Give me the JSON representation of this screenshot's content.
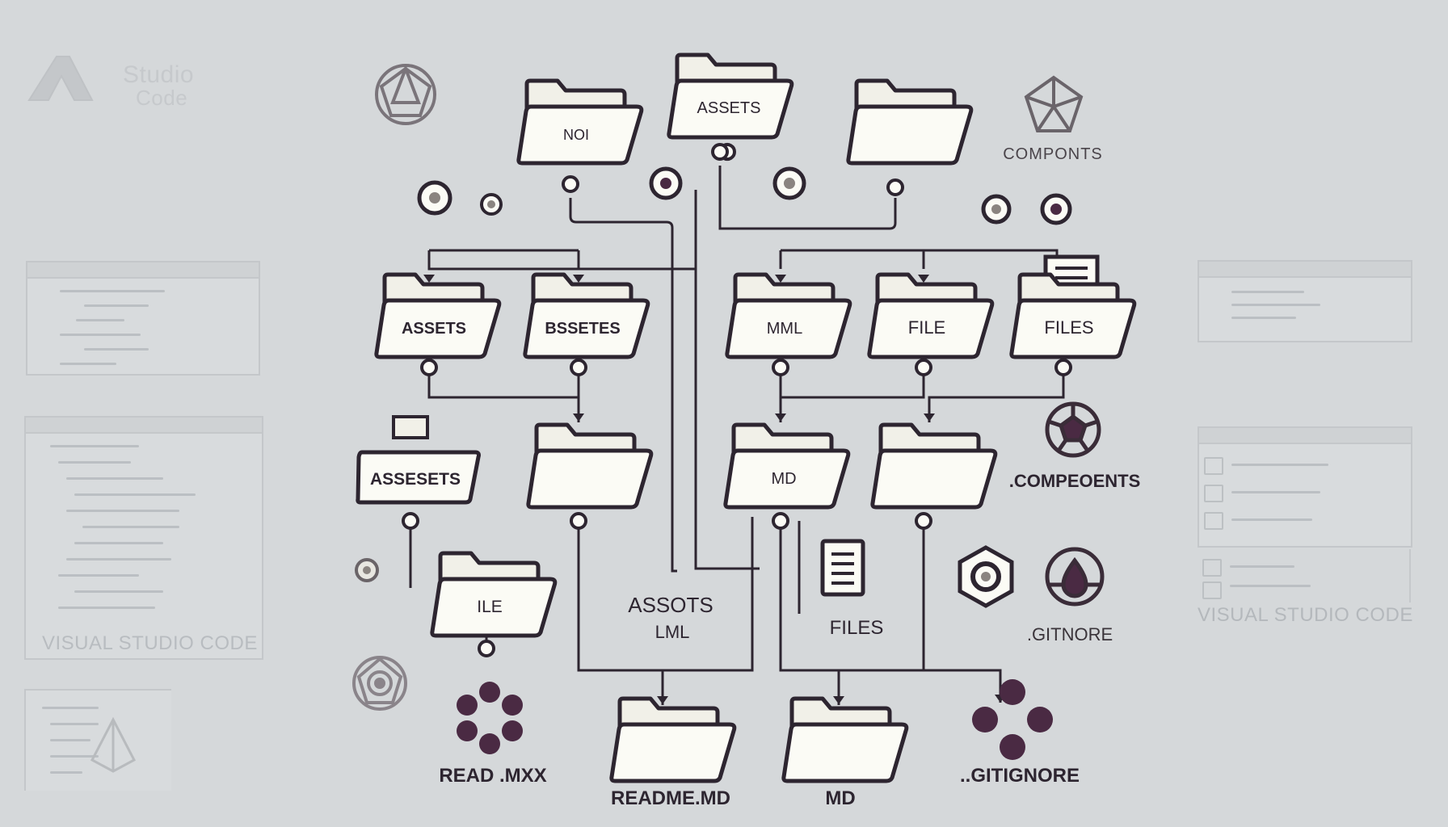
{
  "colors": {
    "background": "#d5d8da",
    "outline": "#2d2530",
    "folder_front": "#fbfbf5",
    "folder_back": "#f1f0e8",
    "accent": "#4a2a43",
    "faint": "#b4b8bc"
  },
  "brand": {
    "logo_text_line1": "Studio",
    "logo_text_line2": "Code"
  },
  "folders": [
    {
      "id": "top-left",
      "label": "NOI"
    },
    {
      "id": "top-center",
      "label": "ASSETS"
    },
    {
      "id": "top-right",
      "label": ""
    },
    {
      "id": "mid-1",
      "label": "ASSETS"
    },
    {
      "id": "mid-2",
      "label": "BSSETES"
    },
    {
      "id": "mid-3",
      "label": "MML"
    },
    {
      "id": "mid-4",
      "label": "FILE"
    },
    {
      "id": "mid-5",
      "label": "FILES"
    },
    {
      "id": "low-1",
      "label": "ASSESETS"
    },
    {
      "id": "low-2",
      "label": ""
    },
    {
      "id": "low-3",
      "label": "MD"
    },
    {
      "id": "low-4",
      "label": ""
    },
    {
      "id": "ile",
      "label": "ILE"
    },
    {
      "id": "bottom-1",
      "label": ""
    },
    {
      "id": "bottom-2",
      "label": ""
    }
  ],
  "labels": {
    "components_top": "COMPONTS",
    "compeoents": ".COMPEOENTS",
    "assots": "ASSOTS",
    "lml": "LML",
    "files": "FILES",
    "gitnore": ".GITNORE",
    "readme_mxx": "READ .MXX",
    "readme_md": "README.MD",
    "md_bottom": "MD",
    "gitignore": "..GITIGNORE",
    "vscode_left": "VISUAL STUDIO CODE",
    "vscode_right": "VISUAL STUDIO CODE"
  },
  "icons": [
    "react-polygon-icon",
    "target-ring-icon",
    "document-icon",
    "flower-icon",
    "hexagon-ring-icon",
    "drop-ring-icon",
    "molecule-icon",
    "gem-icon"
  ]
}
